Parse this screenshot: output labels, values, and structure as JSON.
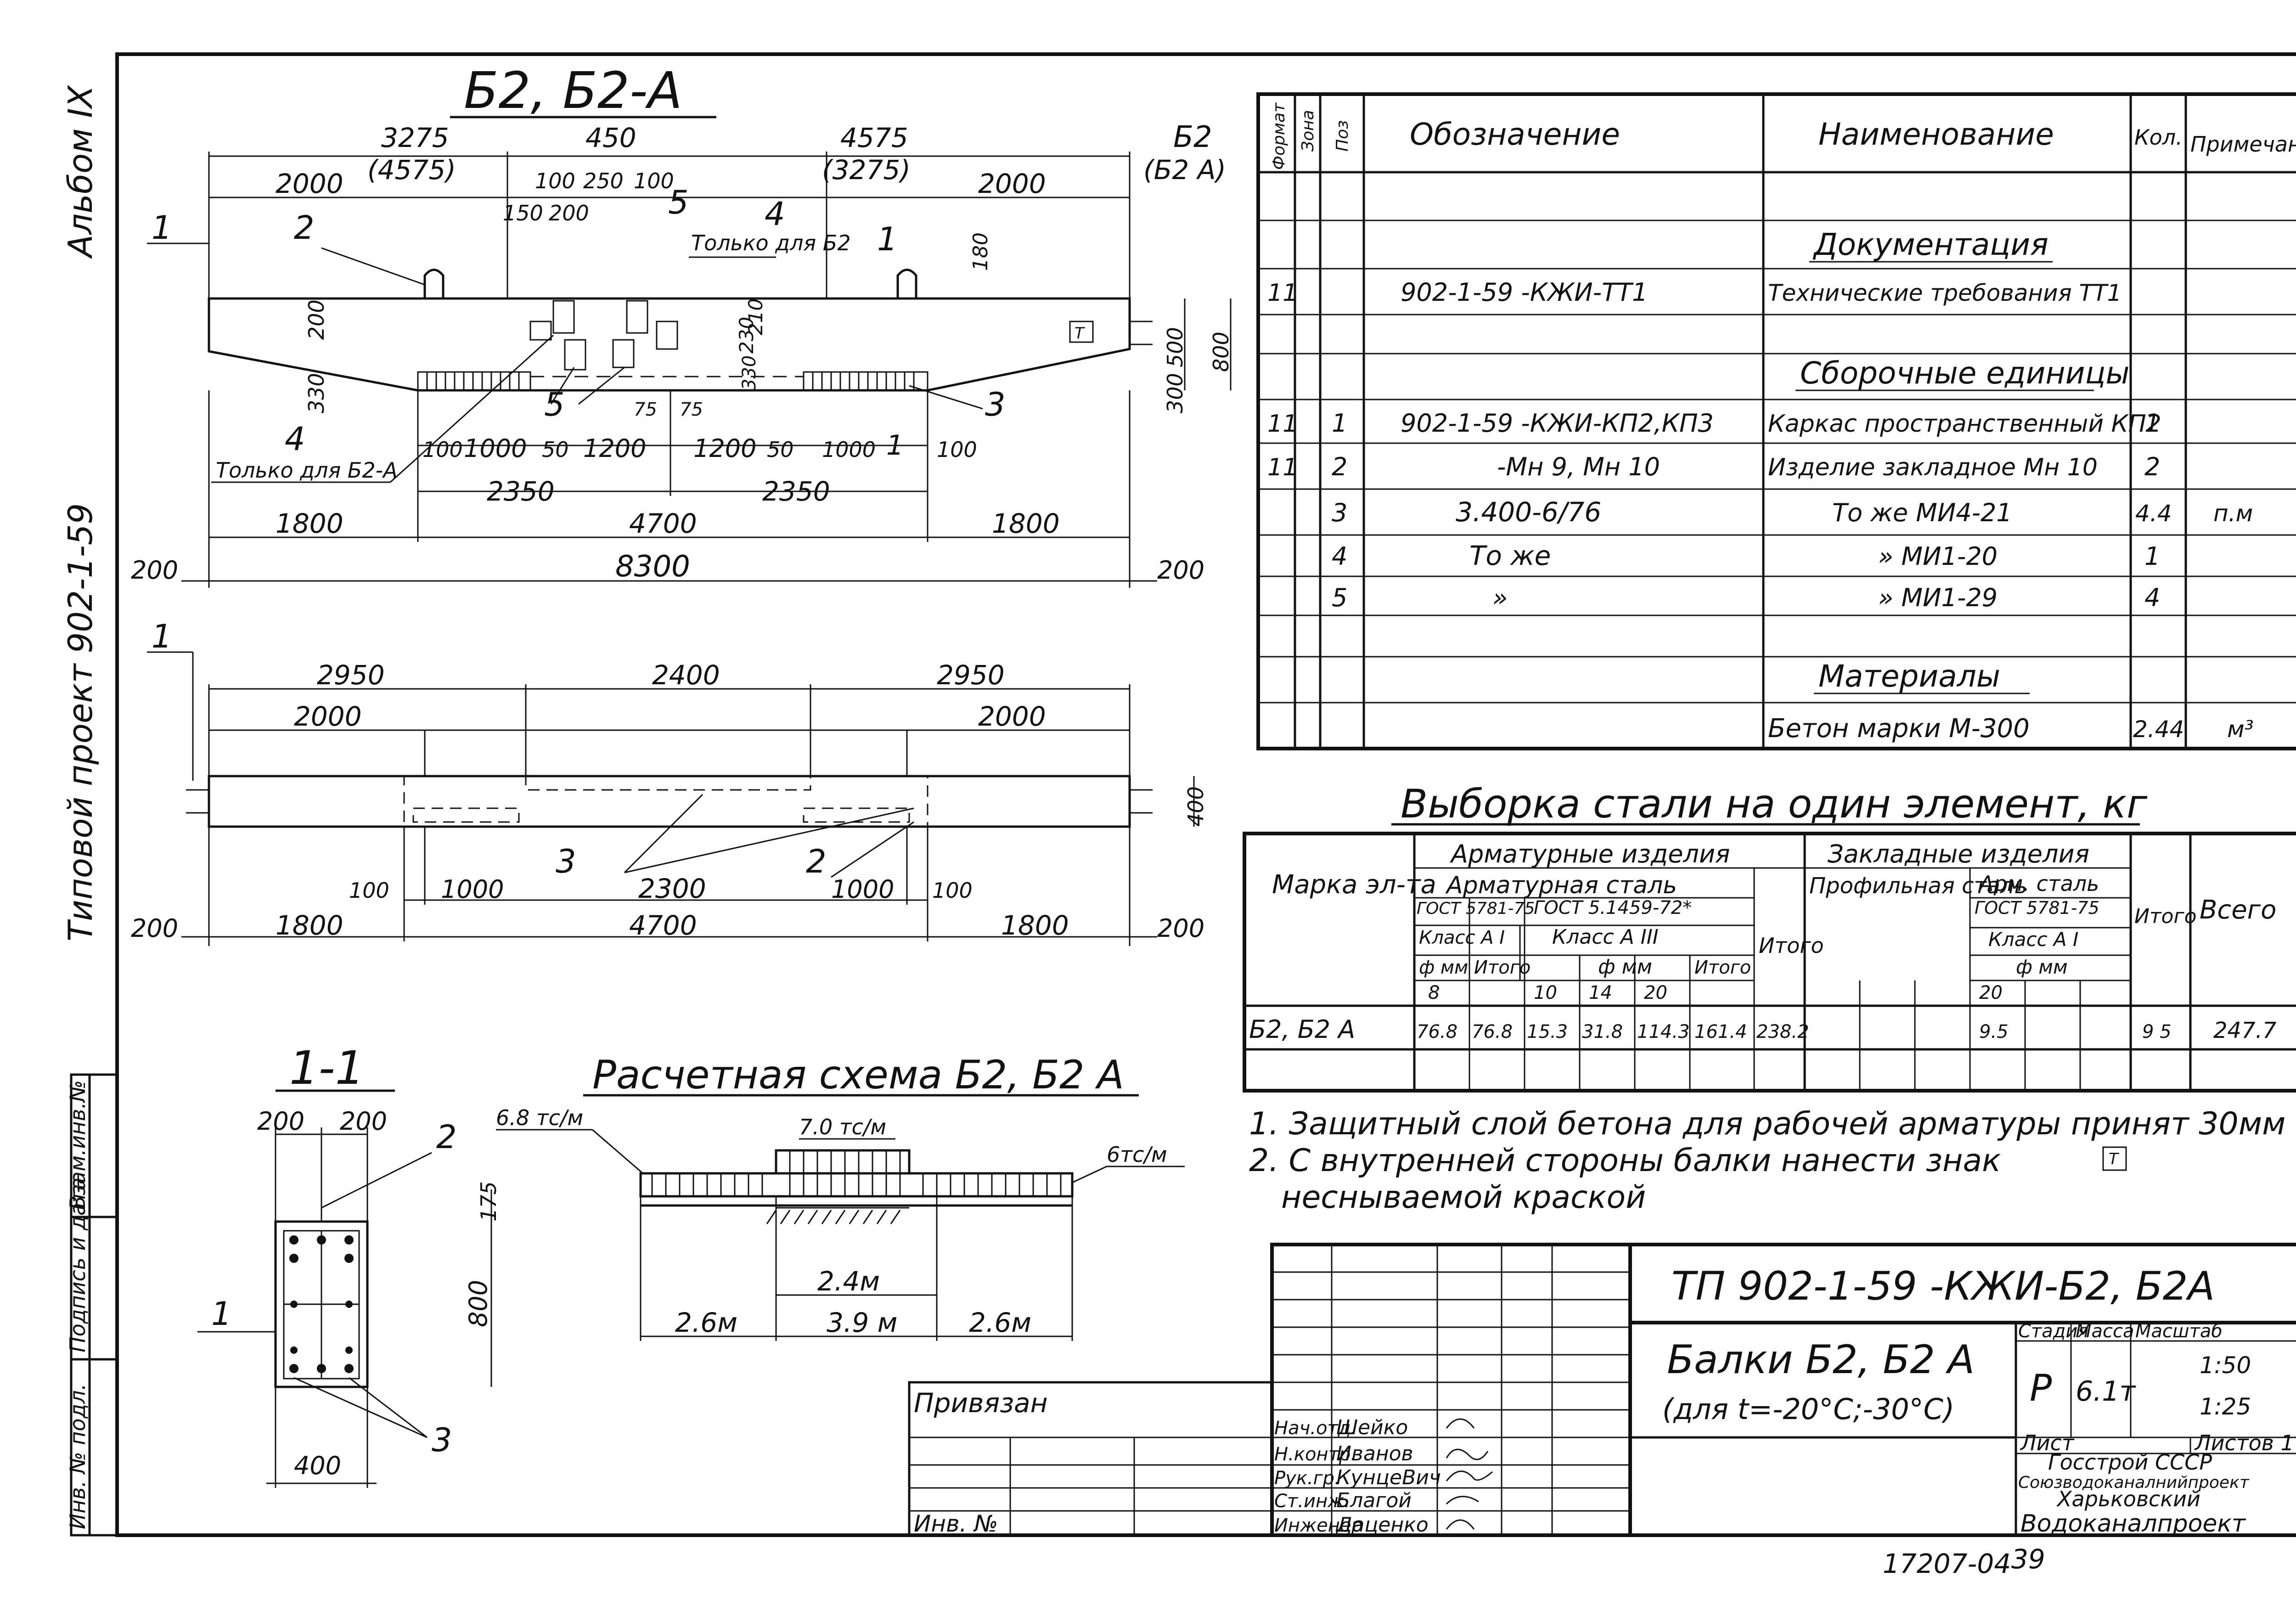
{
  "margin_left": {
    "album": "Альбом IX",
    "project": "Типовой проект 902-1-59",
    "stamp": [
      "Инв. № подл.",
      "Подпись и дата",
      "Взам.инв.№"
    ]
  },
  "beam_plan": {
    "title": "Б2, Б2-А",
    "top_dims": [
      "3275",
      "(4575)",
      "450",
      "4575",
      "(3275)",
      "Б2",
      "(Б2 А)",
      "2000",
      "2000",
      "100",
      "250",
      "100",
      "150",
      "200"
    ],
    "callouts": [
      "1",
      "2",
      "5",
      "4",
      "1",
      "Только для Б2",
      "3",
      "4",
      "Только для Б2-А",
      "5"
    ],
    "side_dims": [
      "180",
      "200",
      "230",
      "210",
      "330",
      "500",
      "800",
      "300",
      "330",
      "75",
      "75"
    ],
    "bottom_dims": [
      "100",
      "1000",
      "50",
      "1200",
      "1200",
      "50",
      "1000",
      "100",
      "2350",
      "2350",
      "1800",
      "4700",
      "1800",
      "200",
      "8300",
      "200",
      "1"
    ]
  },
  "beam_top": {
    "dims": [
      "1",
      "2950",
      "2400",
      "2950",
      "2000",
      "2000",
      "400",
      "3",
      "2",
      "100",
      "1000",
      "2300",
      "1000",
      "100",
      "200",
      "1800",
      "4700",
      "1800",
      "200"
    ]
  },
  "section": {
    "title": "1-1",
    "dims": [
      "200",
      "200",
      "2",
      "175",
      "800",
      "1",
      "400",
      "3"
    ]
  },
  "calc_scheme": {
    "title": "Расчетная схема Б2, Б2 А",
    "loads": [
      "6.8 тс/м",
      "7.0 тс/м",
      "6тс/м"
    ],
    "dims": [
      "2.4м",
      "2.6м",
      "3.9 м",
      "2.6м"
    ]
  },
  "spec_table": {
    "headers": [
      "Формат",
      "Зона",
      "Поз",
      "Обозначение",
      "Наименование",
      "Кол.",
      "Примечание"
    ],
    "rows": [
      {
        "format": "",
        "pos": "",
        "designation": "",
        "name": "Документация",
        "qty": "",
        "note": "",
        "heading": true
      },
      {
        "format": "11",
        "pos": "",
        "designation": "902-1-59 -КЖИ-ТТ1",
        "name": "Технические требования ТТ1",
        "qty": "",
        "note": ""
      },
      {
        "format": "",
        "pos": "",
        "designation": "",
        "name": "Сборочные единицы",
        "qty": "",
        "note": "",
        "heading": true
      },
      {
        "format": "11",
        "pos": "1",
        "designation": "902-1-59 -КЖИ-КП2,КП3",
        "name": "Каркас пространственный КП2",
        "qty": "1",
        "note": ""
      },
      {
        "format": "11",
        "pos": "2",
        "designation": "-Мн 9, Мн 10",
        "name": "Изделие закладное Мн 10",
        "qty": "2",
        "note": ""
      },
      {
        "format": "",
        "pos": "3",
        "designation": "3.400-6/76",
        "name": "То же         МИ4-21",
        "qty": "4.4",
        "note": "п.м"
      },
      {
        "format": "",
        "pos": "4",
        "designation": "То же",
        "name": "»           МИ1-20",
        "qty": "1",
        "note": ""
      },
      {
        "format": "",
        "pos": "5",
        "designation": "»",
        "name": "»           МИ1-29",
        "qty": "4",
        "note": ""
      },
      {
        "format": "",
        "pos": "",
        "designation": "",
        "name": "Материалы",
        "qty": "",
        "note": "",
        "heading": true
      },
      {
        "format": "",
        "pos": "",
        "designation": "",
        "name": "Бетон марки М-300",
        "qty": "2.44",
        "note": "м³"
      }
    ]
  },
  "steel_table": {
    "title": "Выборка стали на один элемент, кг",
    "header_mark": "Марка эл-та",
    "g1": "Арматурные изделия",
    "g1a": "Арматурная сталь",
    "g2": "Закладные изделия",
    "gost1": "ГОСТ 5781-75",
    "gost2": "ГОСТ 5.1459-72*",
    "class1": "Класс А I",
    "class3": "Класс А III",
    "fimm": "ф мм",
    "itogo": "Итого",
    "prof": "Профильная сталь",
    "arm2": "Арм. сталь",
    "gost3": "ГОСТ 5781-75",
    "class2": "Класс А I",
    "total": "Всего",
    "diam": [
      "8",
      "10",
      "14",
      "20",
      "20"
    ],
    "row": {
      "mark": "Б2, Б2 А",
      "v": [
        "76.8",
        "76.8",
        "15.3",
        "31.8",
        "114.3",
        "161.4",
        "238.2",
        "9.5",
        "9 5",
        "247.7"
      ]
    }
  },
  "notes": [
    "1. Защитный слой бетона для рабочей арматуры принят 30мм",
    "2. С внутренней стороны балки нанести знак",
    "неснываемой краской"
  ],
  "title_block": {
    "code": "ТП 902-1-59    -КЖИ-Б2, Б2А",
    "name1": "Балки Б2, Б2 А",
    "name2": "(для t=-20°С;-30°С)",
    "stage_h": "Стадия",
    "mass_h": "Масса",
    "scale_h": "Масштаб",
    "stage": "Р",
    "mass": "6.1т",
    "scale": [
      "1:50",
      "1:25"
    ],
    "sheet": "Лист",
    "sheets": "Листов 1",
    "org": [
      "Госстрой СССР",
      "Союзводоканалнийпроект",
      "Харьковский",
      "Водоканалпроект"
    ],
    "privyazan": "Привязан",
    "inv": "Инв. №",
    "roles": [
      {
        "role": "Нач.отд.",
        "name": "Шейко"
      },
      {
        "role": "Н.контр.",
        "name": "Иванов"
      },
      {
        "role": "Рук.гр.",
        "name": "КунцеВич"
      },
      {
        "role": "Ст.инж.",
        "name": "Благой"
      },
      {
        "role": "Инженер",
        "name": "Даценко"
      }
    ]
  },
  "footer": {
    "number": "17207-04",
    "page": "39"
  },
  "colors": {
    "ink": "#111111",
    "paper": "#ffffff"
  }
}
